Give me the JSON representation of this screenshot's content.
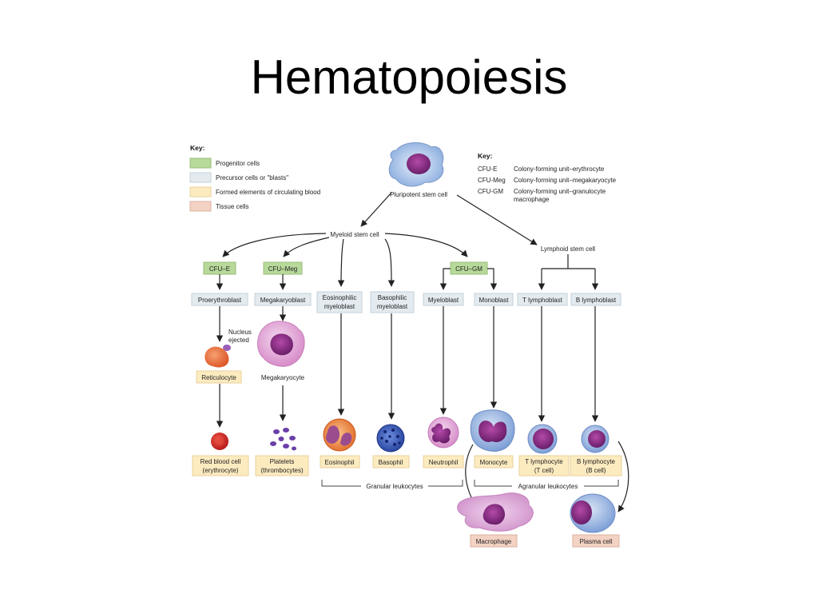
{
  "title": "Hematopoiesis",
  "colors": {
    "progenitor": "#b7d99a",
    "precursor": "#e3ebf0",
    "formed": "#fdebc0",
    "tissue": "#f3d2c3",
    "arrow": "#222222"
  },
  "key_left": {
    "heading": "Key:",
    "items": [
      {
        "label": "Progenitor cells",
        "color": "#b7d99a"
      },
      {
        "label": "Precursor cells or \"blasts\"",
        "color": "#e3ebf0"
      },
      {
        "label": "Formed elements of circulating blood",
        "color": "#fdebc0"
      },
      {
        "label": "Tissue cells",
        "color": "#f3d2c3"
      }
    ]
  },
  "key_right": {
    "heading": "Key:",
    "items": [
      {
        "abbr": "CFU-E",
        "desc": "Colony-forming unit–erythrocyte"
      },
      {
        "abbr": "CFU-Meg",
        "desc": "Colony-forming unit–megakaryocyte"
      },
      {
        "abbr": "CFU-GM",
        "desc": "Colony-forming unit–granulocyte",
        "desc2": "macrophage"
      }
    ]
  },
  "nodes": {
    "pluripotent": "Pluripotent stem cell",
    "myeloid": "Myeloid stem cell",
    "lymphoid": "Lymphoid stem cell",
    "cfu_e": "CFU–E",
    "cfu_meg": "CFU–Meg",
    "cfu_gm": "CFU–GM",
    "proerythroblast": "Proerythroblast",
    "megakaryoblast": "Megakaryoblast",
    "eos_myeloblast": [
      "Eosinophilic",
      "myeloblast"
    ],
    "bas_myeloblast": [
      "Basophilic",
      "myeloblast"
    ],
    "myeloblast": "Myeloblast",
    "monoblast": "Monoblast",
    "t_lymphoblast": "T lymphoblast",
    "b_lymphoblast": "B lymphoblast",
    "nucleus_ejected": [
      "Nucleus",
      "ejected"
    ],
    "reticulocyte": "Reticulocyte",
    "megakaryocyte": "Megakaryocyte",
    "rbc": [
      "Red blood cell",
      "(erythrocyte)"
    ],
    "platelets": [
      "Platelets",
      "(thrombocytes)"
    ],
    "eosinophil": "Eosinophil",
    "basophil": "Basophil",
    "neutrophil": "Neutrophil",
    "monocyte": "Monocyte",
    "t_lymphocyte": [
      "T lymphocyte",
      "(T cell)"
    ],
    "b_lymphocyte": [
      "B lymphocyte",
      "(B cell)"
    ],
    "granular": "Granular leukocytes",
    "agranular": "Agranular leukocytes",
    "macrophage": "Macrophage",
    "plasma_cell": "Plasma cell"
  }
}
